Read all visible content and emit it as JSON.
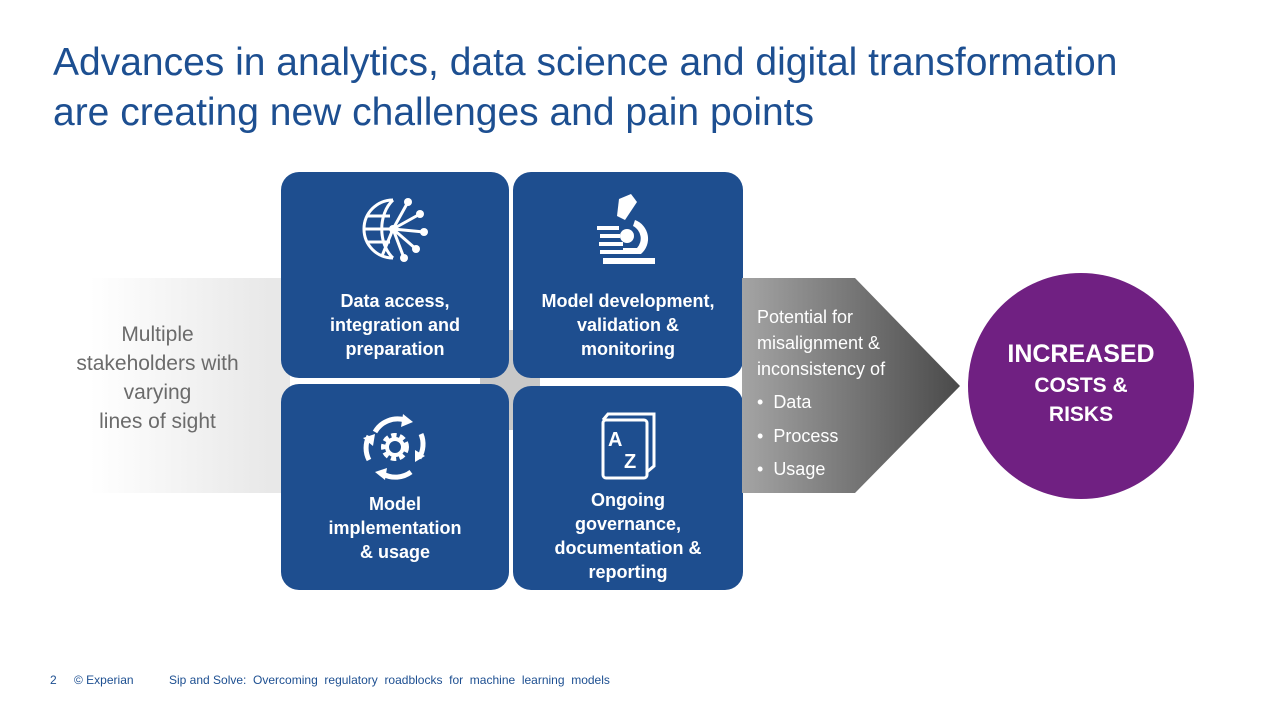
{
  "title": {
    "line1": "Advances in analytics, data science and digital transformation",
    "line2": "are creating new challenges and pain points"
  },
  "left_text": [
    "Multiple",
    "stakeholders with",
    "varying",
    "lines of sight"
  ],
  "tiles": [
    {
      "icon": "globe-network-icon",
      "lines": [
        "Data access,",
        "integration and",
        "preparation"
      ]
    },
    {
      "icon": "microscope-icon",
      "lines": [
        "Model development,",
        "validation &",
        "monitoring"
      ]
    },
    {
      "icon": "gear-cycle-icon",
      "lines": [
        "Model",
        "implementation",
        "& usage"
      ]
    },
    {
      "icon": "a-z-book-icon",
      "lines": [
        "Ongoing",
        "governance,",
        "documentation &",
        "reporting"
      ]
    }
  ],
  "arrow": {
    "intro": [
      "Potential for",
      "misalignment  &",
      "inconsistency of"
    ],
    "bullets": [
      "Data",
      "Process",
      "Usage"
    ]
  },
  "result": {
    "line1": "INCREASED",
    "line2": "COSTS &",
    "line3": "RISKS"
  },
  "footer": {
    "page": "2",
    "copyright": "© Experian",
    "deck": "Sip and Solve:  Overcoming  regulatory  roadblocks  for  machine  learning  models"
  },
  "colors": {
    "blue": "#1e4e8f",
    "purple": "#702082",
    "title": "#1d4f91"
  }
}
